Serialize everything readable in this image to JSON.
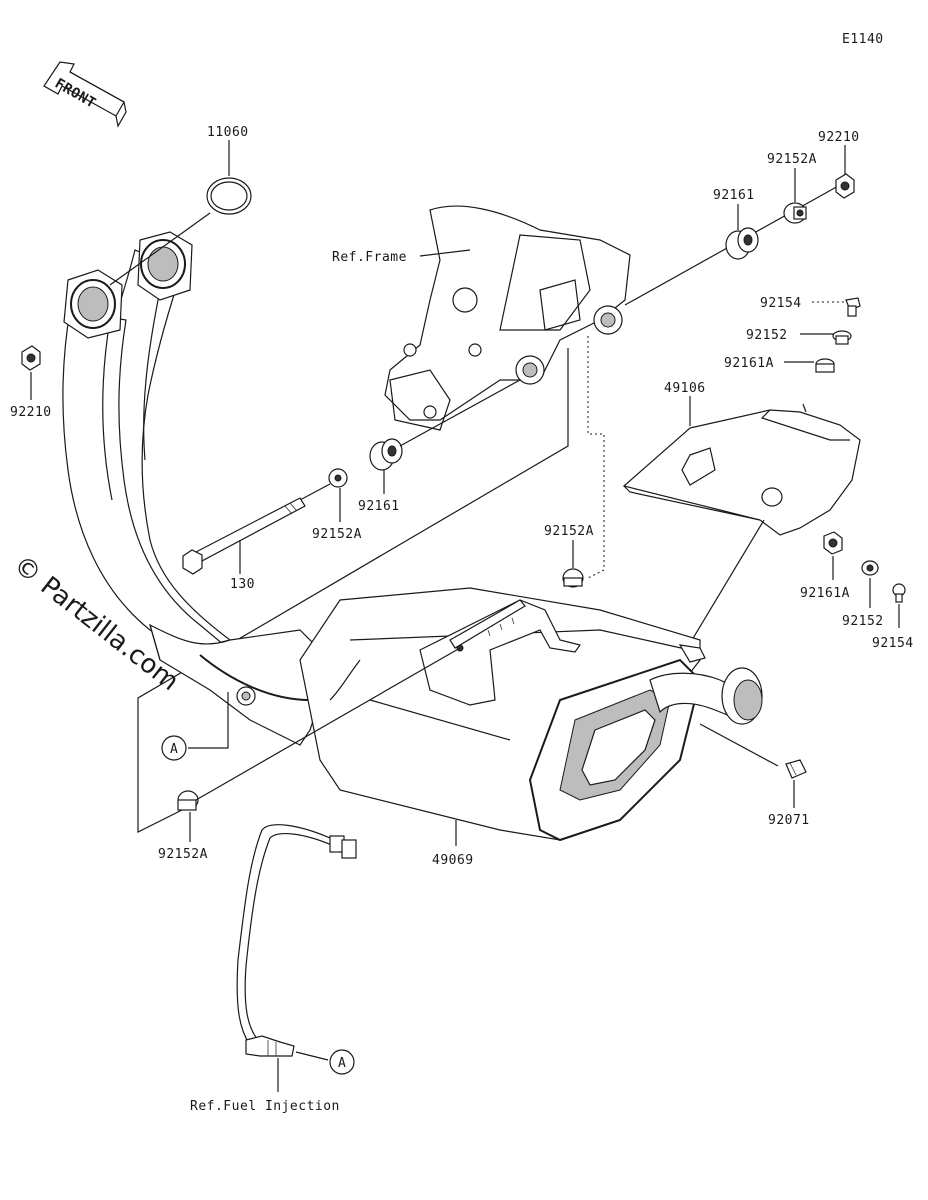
{
  "diagram_code": "E1140",
  "front_label": "FRONT",
  "watermark": "© Partzilla.com",
  "callout_letter": "A",
  "parts": {
    "p11060": "11060",
    "p92210_left": "92210",
    "p92210_right": "92210",
    "p92152A_top": "92152A",
    "p92161_top": "92161",
    "p92154_top": "92154",
    "p92152_top": "92152",
    "p92161A_top": "92161A",
    "p49106": "49106",
    "p92161_mid": "92161",
    "p92152A_mid": "92152A",
    "p130": "130",
    "p92152A_right": "92152A",
    "p92161A_bot": "92161A",
    "p92152_bot": "92152",
    "p92154_bot": "92154",
    "p92152A_bottom": "92152A",
    "p49069": "49069",
    "p92071": "92071"
  },
  "refs": {
    "frame": "Ref.Frame",
    "fuel_injection": "Ref.Fuel Injection"
  }
}
